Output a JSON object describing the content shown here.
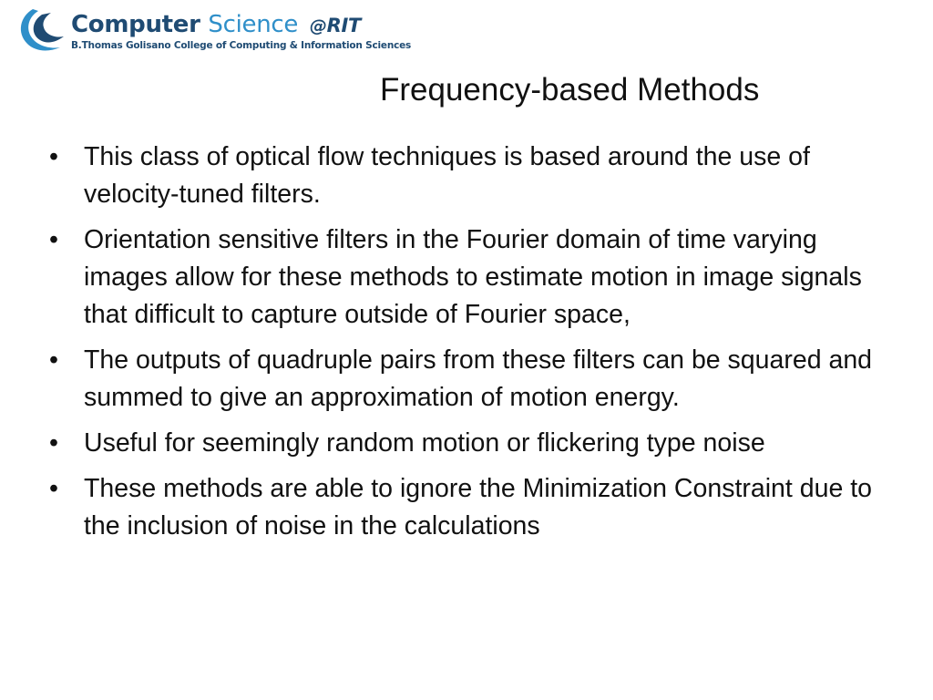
{
  "logo": {
    "word1": "Computer",
    "word2": "Science",
    "at": "@",
    "org": "RIT",
    "subtitle": "B.Thomas Golisano College of Computing & Information Sciences",
    "colors": {
      "dark_blue": "#1f4b73",
      "light_blue": "#2f8fc9"
    },
    "icon": "swoosh-logo-icon"
  },
  "slide": {
    "title": "Frequency-based Methods",
    "bullet_symbol": "•",
    "bullets": [
      "This class of optical flow techniques is based around the use of velocity-tuned filters.",
      "Orientation sensitive filters in the Fourier domain of time varying images allow for these methods to estimate motion in image signals that difficult to capture outside of Fourier space,",
      "The outputs of quadruple pairs from these filters can be squared and summed to give an approximation of motion energy.",
      "Useful for seemingly random motion or flickering type noise",
      "These methods are able to ignore the Minimization Constraint due to the inclusion of noise in the calculations"
    ]
  }
}
